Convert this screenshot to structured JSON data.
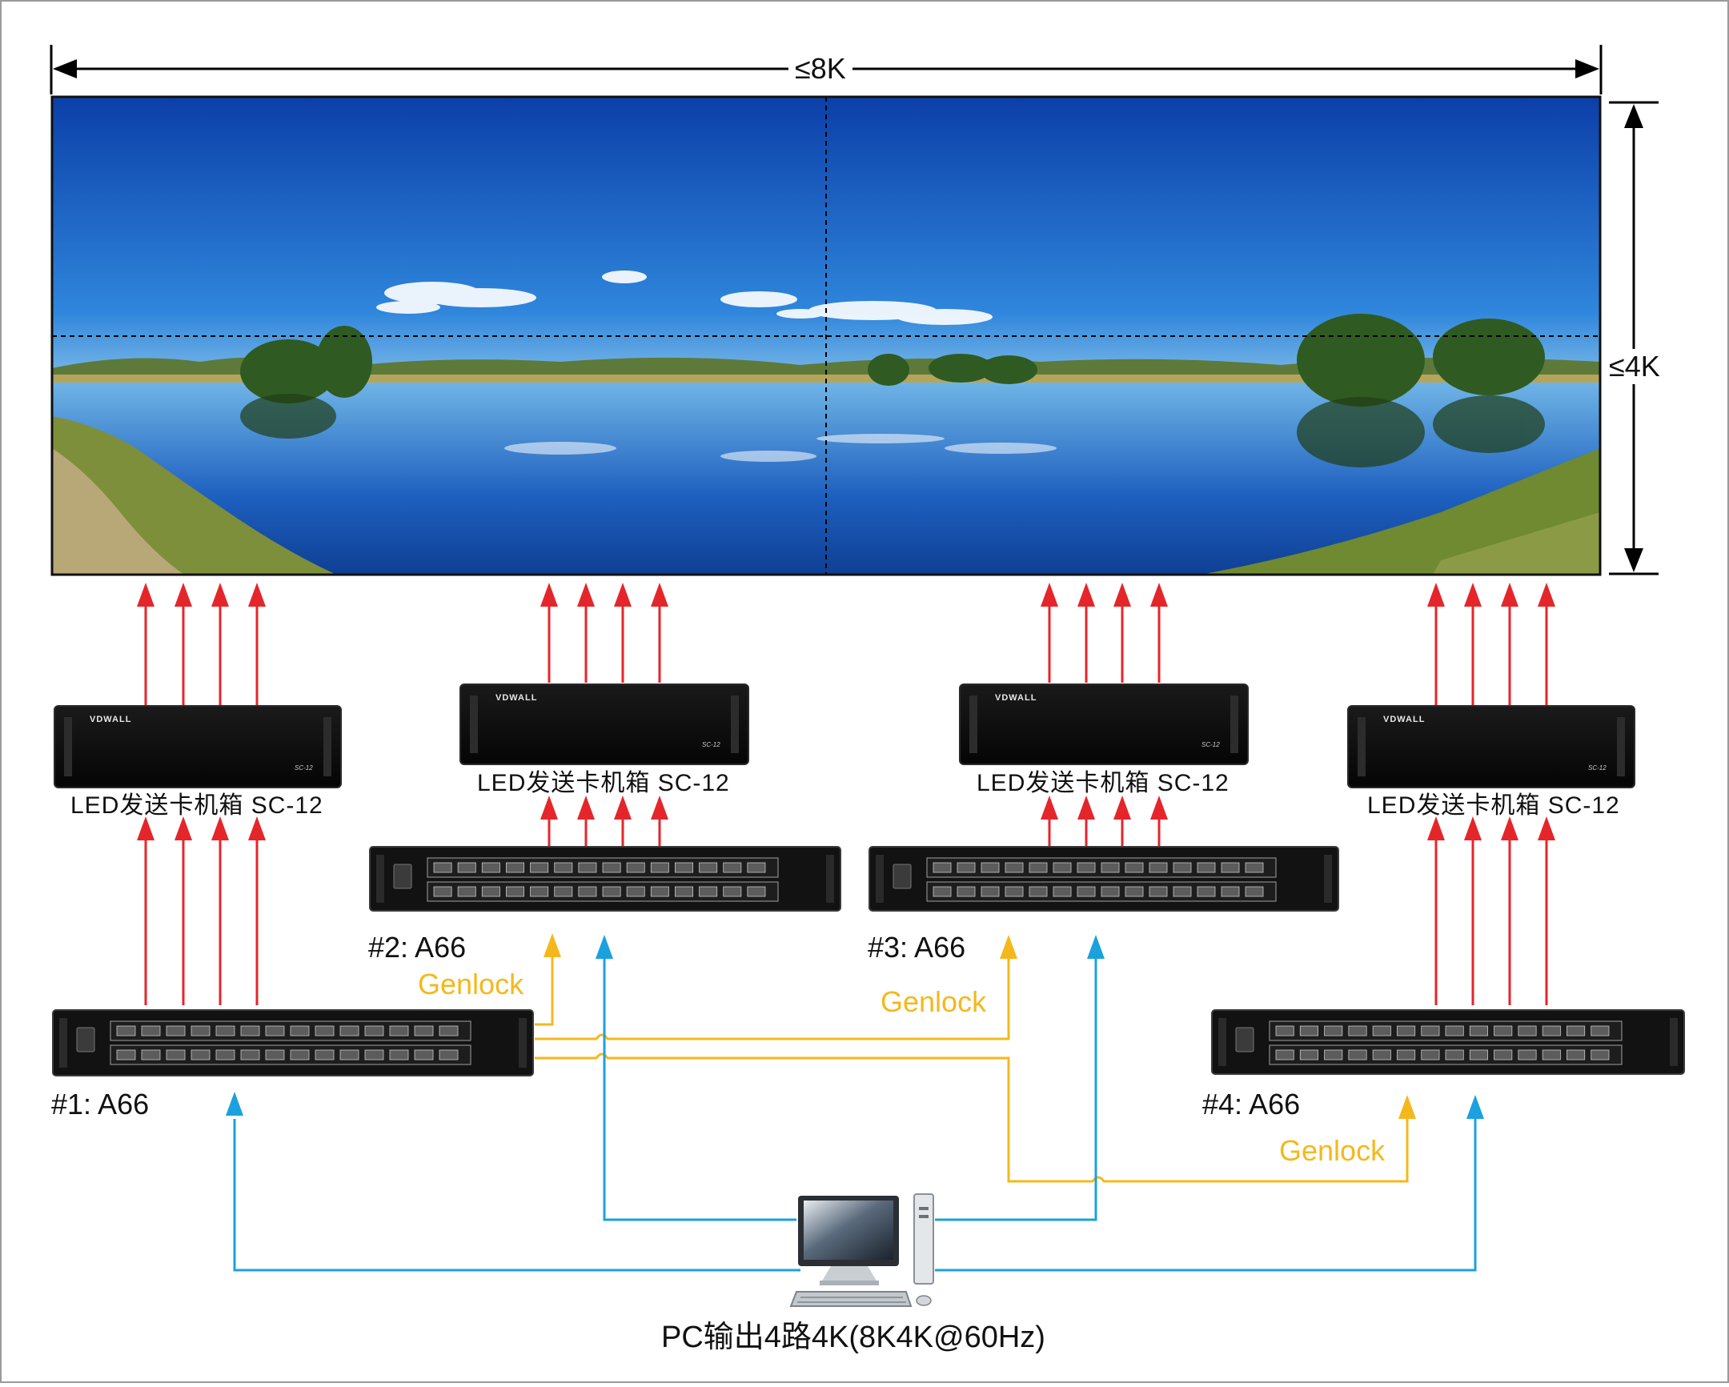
{
  "dimensions": {
    "width_label": "≤8K",
    "height_label": "≤4K"
  },
  "sender_boxes": [
    {
      "brand": "VDWALL",
      "model": "SC-12",
      "caption": "LED发送卡机箱  SC-12"
    },
    {
      "brand": "VDWALL",
      "model": "SC-12",
      "caption": "LED发送卡机箱  SC-12"
    },
    {
      "brand": "VDWALL",
      "model": "SC-12",
      "caption": "LED发送卡机箱  SC-12"
    },
    {
      "brand": "VDWALL",
      "model": "SC-12",
      "caption": "LED发送卡机箱  SC-12"
    }
  ],
  "processors": [
    {
      "label": "#1: A66"
    },
    {
      "label": "#2: A66"
    },
    {
      "label": "#3: A66"
    },
    {
      "label": "#4: A66"
    }
  ],
  "genlock_label": "Genlock",
  "pc_caption": "PC输出4路4K(8K4K@60Hz)",
  "colors": {
    "signal_red": "#e4262b",
    "genlock_yellow": "#f5b81c",
    "video_blue": "#1ba1de",
    "device_black": "#121212"
  },
  "icons": [
    "pc-monitor-icon",
    "pc-tower-icon",
    "keyboard-icon",
    "mouse-icon"
  ]
}
